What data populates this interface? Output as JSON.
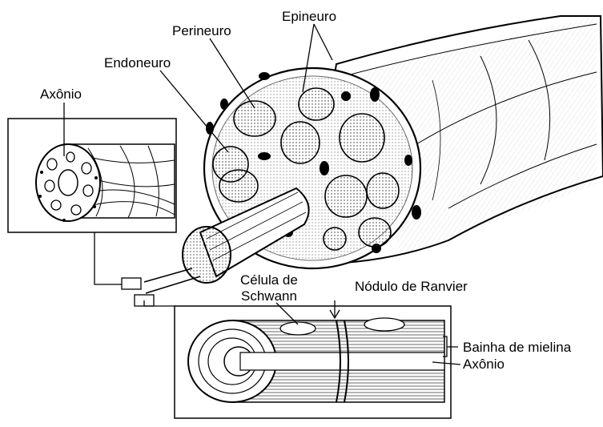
{
  "labels": {
    "axonio_top": "Axônio",
    "endoneuro": "Endoneuro",
    "perineuro": "Perineuro",
    "epineuro": "Epineuro",
    "celula_schwann_line1": "Célula de",
    "celula_schwann_line2": "Schwann",
    "nodulo_ranvier": "Nódulo de Ranvier",
    "bainha_mielina": "Bainha de mielina",
    "axonio_bottom": "Axônio"
  },
  "colors": {
    "ink": "#000000",
    "paper": "#ffffff",
    "shade": "#d9d9d9"
  }
}
